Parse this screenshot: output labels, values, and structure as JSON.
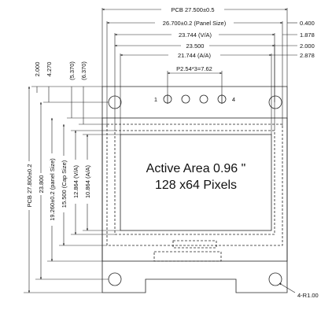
{
  "dimensions": {
    "pcb_width": "PCB 27.500±0.5",
    "panel_width": "26.700±0.2 (Panel Size)",
    "va_width": "23.744 (V/A)",
    "w_23500": "23.500",
    "aa_width": "21.744 (A/A)",
    "pin_pitch": "P2.54*3=7.62",
    "right_0400": "0.400",
    "right_1878": "1.878",
    "right_2000": "2.000",
    "right_2878": "2.878",
    "top_2000": "2.000",
    "top_4270": "4.270",
    "top_5370": "(5.370)",
    "top_6370": "(6.370)",
    "pcb_height": "PCB 27.800±0.2",
    "h_23800": "23.800",
    "panel_height": "19.260±0.2 (panel Size)",
    "cap_height": "15.500 (Cap Size)",
    "va_height": "12.864 (V/A)",
    "aa_height": "10.864 (A/A)",
    "hole_radius": "4-R1.00",
    "pin_1": "1",
    "pin_4": "4"
  },
  "active_area": {
    "line1": "Active Area 0.96 \"",
    "line2": "128 x64 Pixels"
  }
}
